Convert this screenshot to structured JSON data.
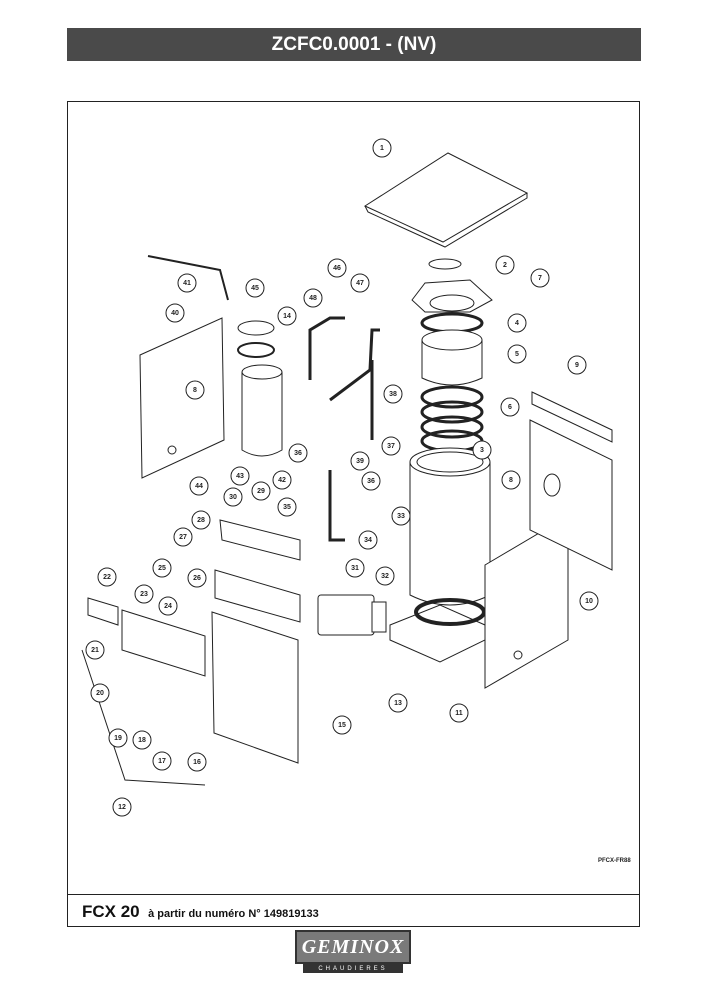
{
  "header": {
    "title": "ZCFC0.0001 - (NV)"
  },
  "footer": {
    "model": "FCX 20",
    "subtitle": "à partir du numéro N° 149819133"
  },
  "drawing_ref": "PFCX-FR88",
  "logo": {
    "word": "GEMINOX",
    "sub": "CHAUDIERES"
  },
  "callouts": [
    "1",
    "2",
    "3",
    "4",
    "5",
    "6",
    "7",
    "8",
    "8",
    "9",
    "10",
    "11",
    "12",
    "13",
    "14",
    "15",
    "16",
    "17",
    "18",
    "19",
    "20",
    "21",
    "22",
    "23",
    "24",
    "25",
    "26",
    "27",
    "28",
    "29",
    "30",
    "31",
    "32",
    "33",
    "34",
    "35",
    "36",
    "36",
    "37",
    "38",
    "39",
    "40",
    "41",
    "42",
    "43",
    "44",
    "45",
    "46",
    "47",
    "48"
  ]
}
